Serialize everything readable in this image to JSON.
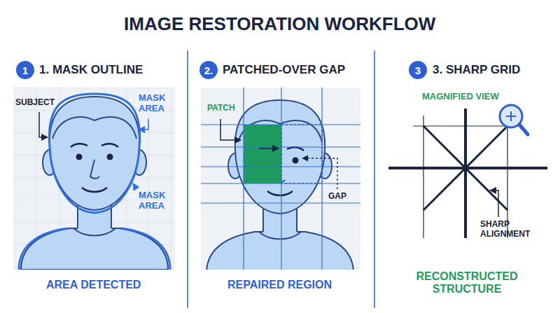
{
  "diagram": {
    "title": "IMAGE RESTORATION WORKFLOW",
    "nodes": [
      {
        "text": [
          "1"
        ]
      },
      {
        "text": [
          "2."
        ]
      },
      {
        "text": [
          "3"
        ]
      }
    ],
    "labels": [
      "1. MASK OUTLINE",
      "SUBJECT",
      "MASK AREA",
      "MASK AREA",
      "AREA DETECTED",
      "PATCHED-OVER GAP",
      "PATCH",
      "GAP",
      "REPAIRED REGION",
      "3. SHARP GRID",
      "MAGNIFIED VIEW",
      "SHARP ALIGNMENT",
      "RECONSTRUCTED STRUCTURE"
    ]
  }
}
